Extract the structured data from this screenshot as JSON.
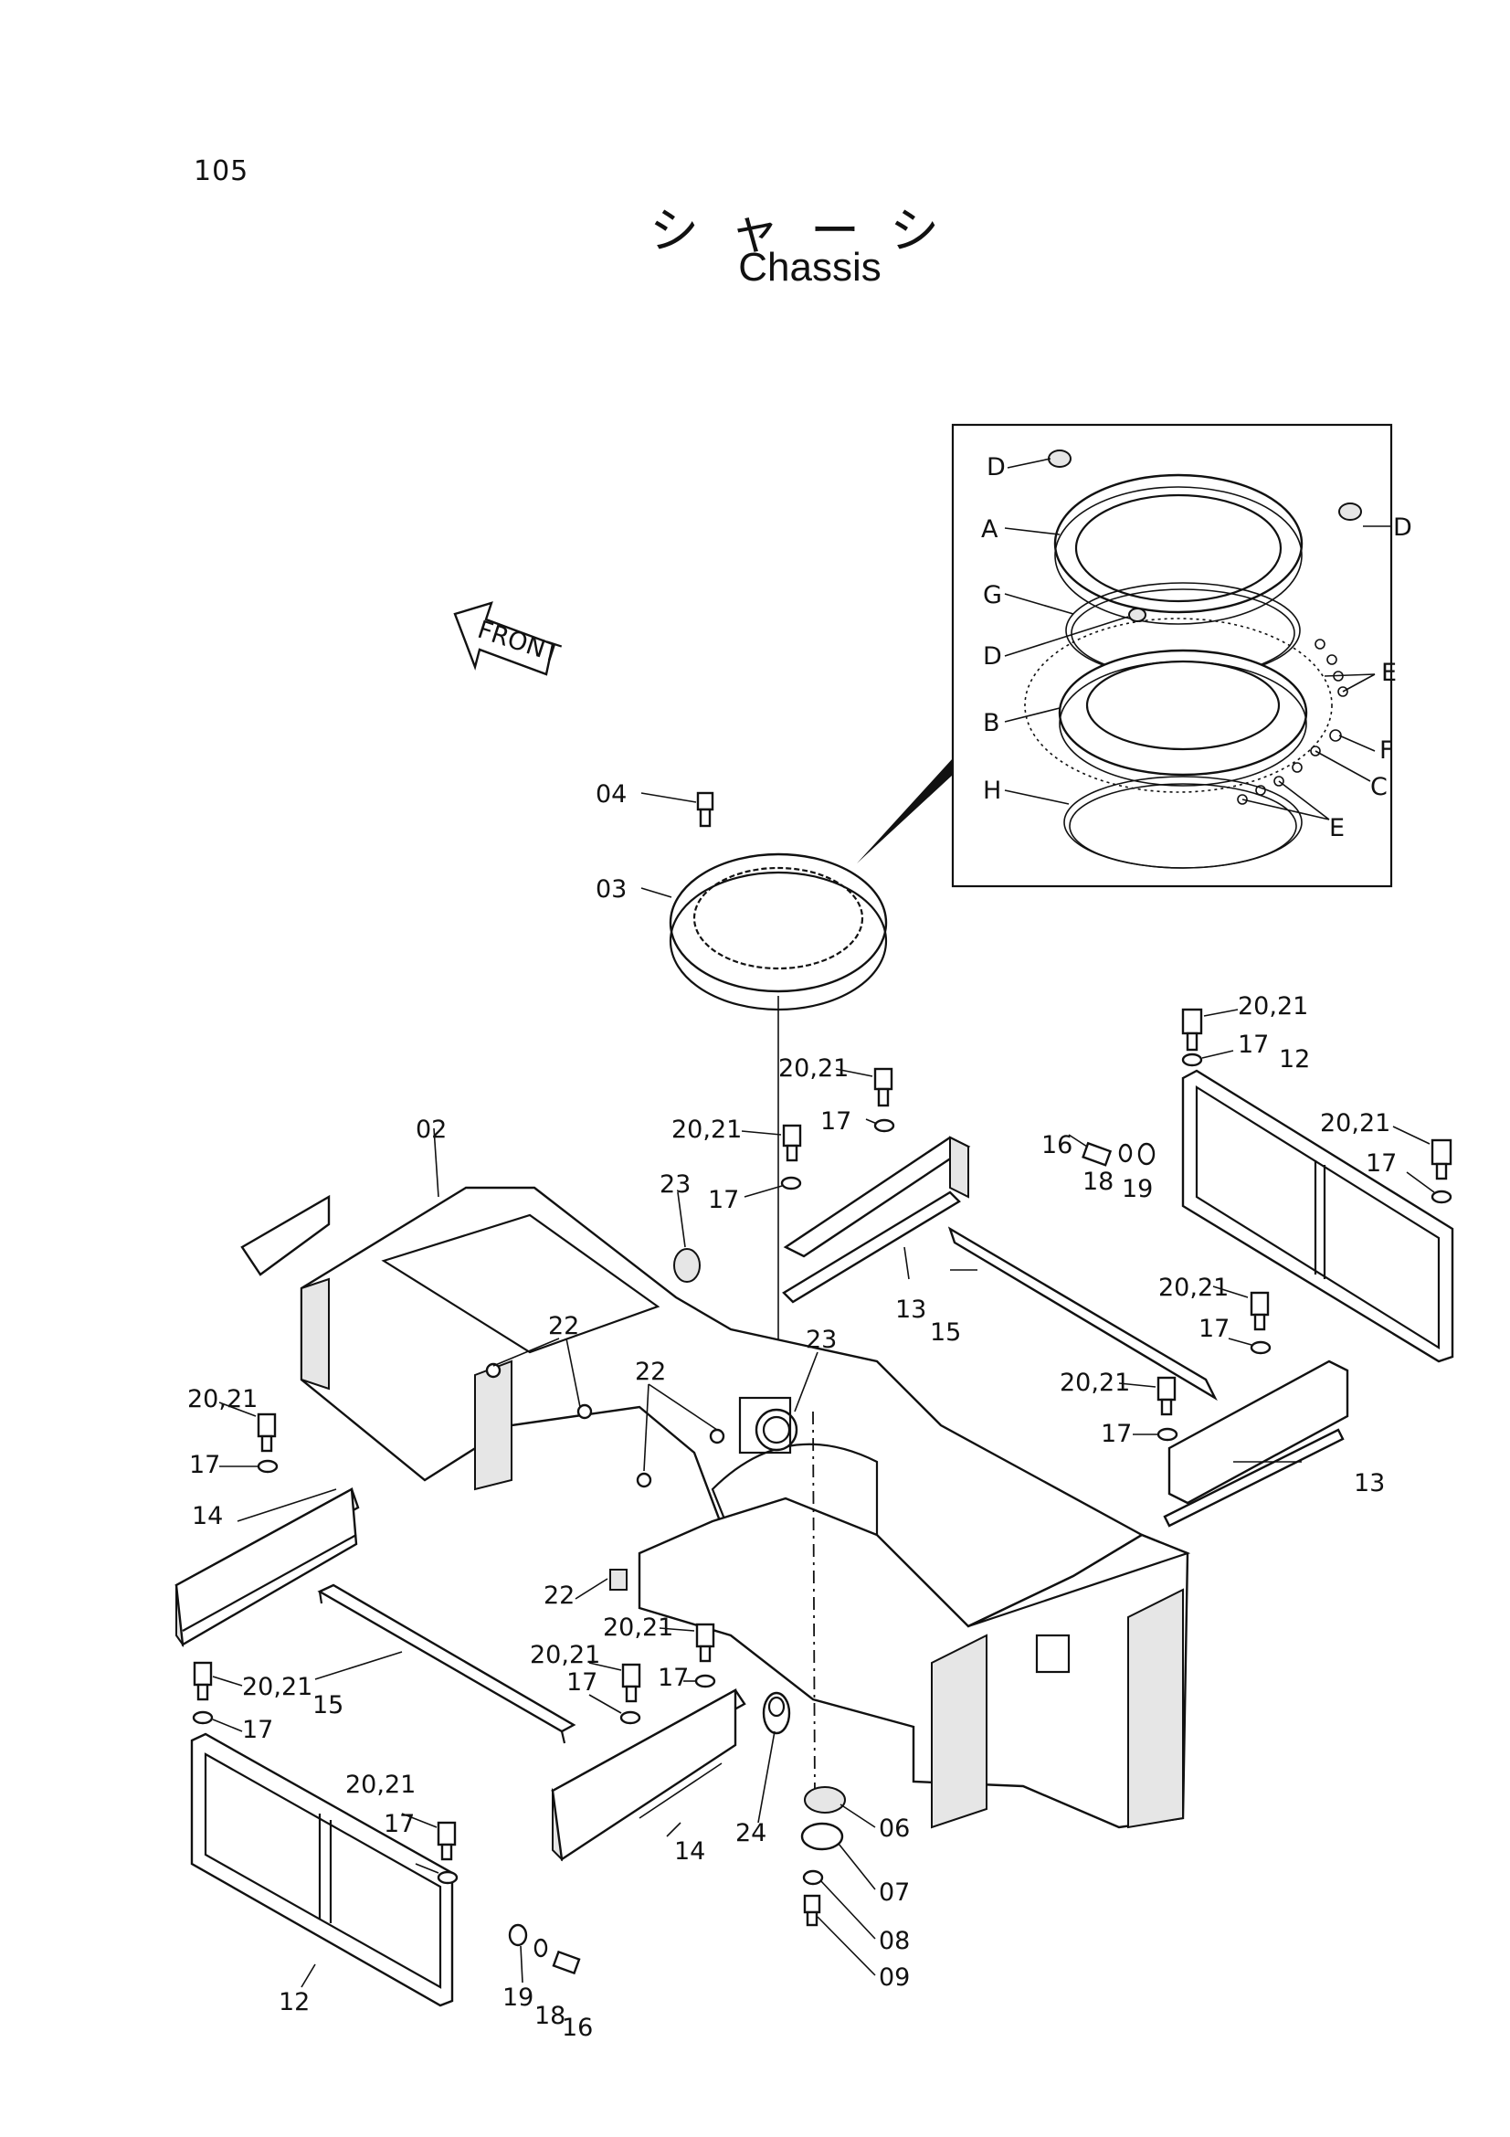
{
  "page_number": "105",
  "title_jp": "シャーシ",
  "title_en": "Chassis",
  "front_arrow": "FRONT",
  "labels": {
    "l02": "02",
    "l03": "03",
    "l04": "04",
    "l06": "06",
    "l07": "07",
    "l08": "08",
    "l09": "09",
    "l12": "12",
    "l13": "13",
    "l14": "14",
    "l15": "15",
    "l16": "16",
    "l17": "17",
    "l18": "18",
    "l19": "19",
    "l2021": "20,21",
    "l22": "22",
    "l23": "23",
    "l24": "24",
    "A": "A",
    "B": "B",
    "C": "C",
    "D": "D",
    "E": "E",
    "F": "F",
    "G": "G",
    "H": "H"
  }
}
